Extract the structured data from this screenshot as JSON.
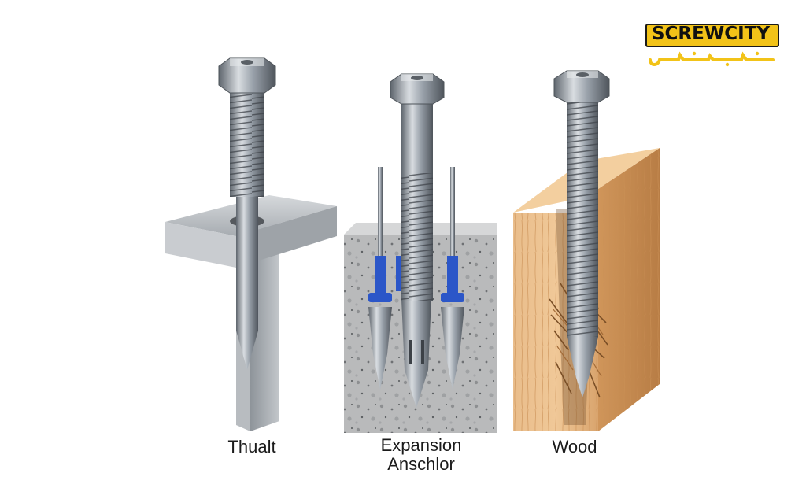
{
  "image": {
    "captions": {
      "thin": "Thualt",
      "expansion_line1": "Expansion",
      "expansion_line2": "Anschlor",
      "wood": "Wood"
    },
    "logo": {
      "wordmark": "SCREWCITY",
      "colors": {
        "badge": "#f2c318",
        "ink": "#111111"
      }
    },
    "icons": [
      "hex-head-screw-icon",
      "expansion-anchor-icon",
      "wood-block-icon",
      "metal-bracket-icon",
      "concrete-block-icon"
    ],
    "colors": {
      "steel": "#9aa2ab",
      "steel_dark": "#5f666e",
      "concrete": "#b9babb",
      "wood": "#e3b07a",
      "anchor_blue": "#2b56c8"
    }
  }
}
